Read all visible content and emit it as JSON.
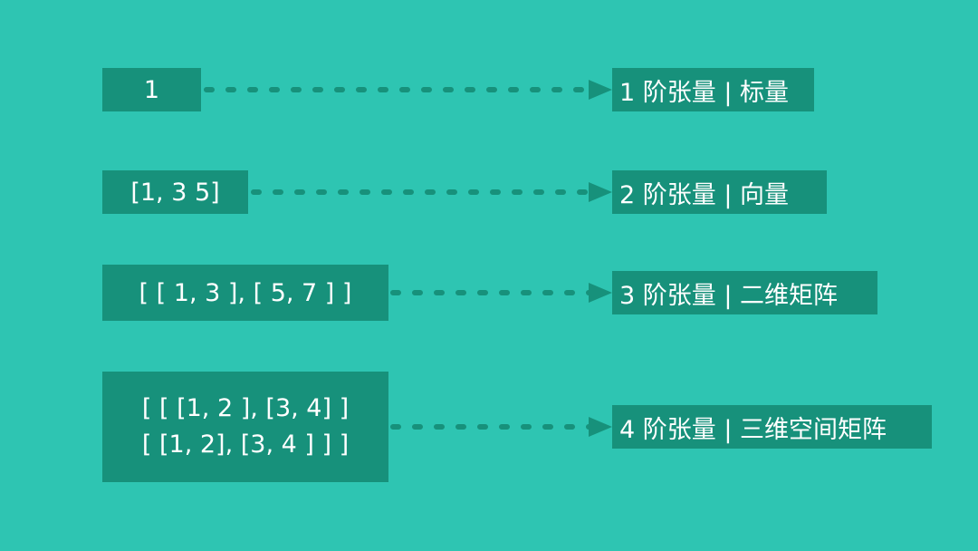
{
  "colors": {
    "background": "#2ec5b2",
    "box": "#17917b",
    "text": "#ffffff"
  },
  "rows": [
    {
      "tensor": [
        "1"
      ],
      "label": "1 阶张量 | 标量"
    },
    {
      "tensor": [
        "[1, 3 5]"
      ],
      "label": "2 阶张量 | 向量"
    },
    {
      "tensor": [
        "[ [ 1, 3 ], [ 5, 7 ] ]"
      ],
      "label": "3 阶张量 | 二维矩阵"
    },
    {
      "tensor": [
        "[ [ [1, 2 ], [3, 4] ]",
        "[ [1, 2], [3, 4 ] ] ]"
      ],
      "label": "4 阶张量 | 三维空间矩阵"
    }
  ]
}
